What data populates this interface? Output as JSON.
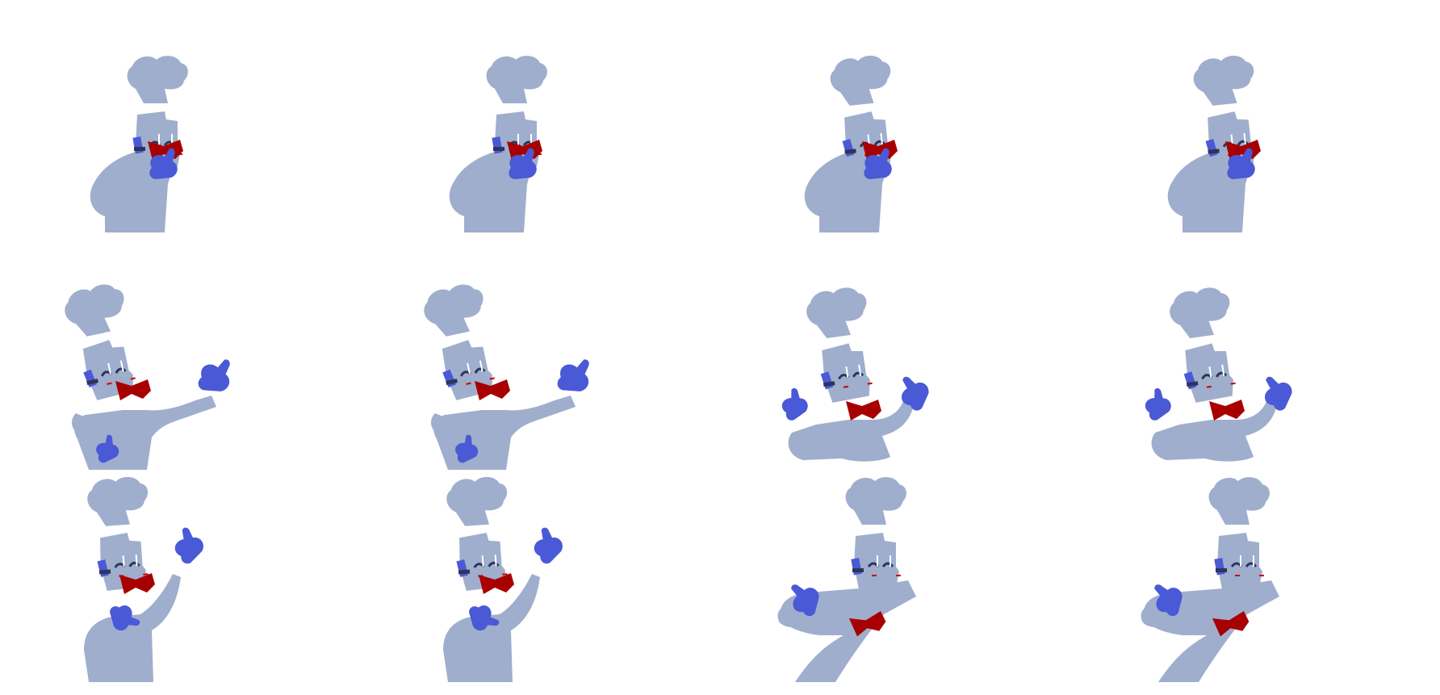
{
  "sprite_sheet": {
    "rows": 3,
    "columns": 4,
    "background_color": "#ffffff",
    "palette": {
      "body": "#a0aecd",
      "glove": "#4a59d6",
      "bowtie": "#a80000",
      "eye_mark": "#2d3558",
      "cheek": "#c80000",
      "highlight": "#ffffff"
    },
    "frames": [
      {
        "pose": "idle-hands-on-chest",
        "row": 1,
        "column": 1
      },
      {
        "pose": "idle-hands-on-chest",
        "row": 1,
        "column": 2
      },
      {
        "pose": "idle-hands-on-chest-tilted",
        "row": 1,
        "column": 3
      },
      {
        "pose": "idle-hands-on-chest-tilted",
        "row": 1,
        "column": 4
      },
      {
        "pose": "arm-pointing-right",
        "row": 2,
        "column": 1
      },
      {
        "pose": "arm-pointing-right",
        "row": 2,
        "column": 2
      },
      {
        "pose": "both-hands-raised",
        "row": 2,
        "column": 3
      },
      {
        "pose": "both-hands-raised",
        "row": 2,
        "column": 4
      },
      {
        "pose": "waving-hand-up",
        "row": 3,
        "column": 1
      },
      {
        "pose": "waving-hand-up",
        "row": 3,
        "column": 2
      },
      {
        "pose": "arm-curled-left",
        "row": 3,
        "column": 3
      },
      {
        "pose": "arm-curled-left",
        "row": 3,
        "column": 4
      }
    ]
  }
}
